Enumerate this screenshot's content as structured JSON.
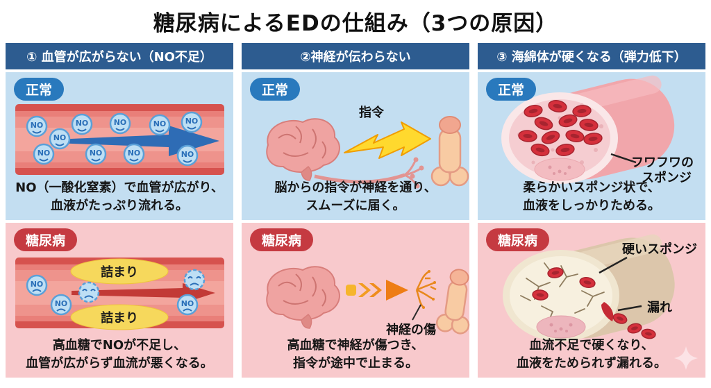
{
  "title": "糖尿病によるEDの仕組み（3つの原因）",
  "colors": {
    "header_blue": "#2d5c90",
    "normal_panel_bg": "#c3def1",
    "diabetes_panel_bg": "#f8c9cc",
    "badge_blue": "#2979bd",
    "badge_red": "#c53a41",
    "vessel_red": "#d6524e",
    "flow_arrow_blue": "#2e6cb5",
    "weak_arrow_red": "#c23a36",
    "clog_yellow": "#f6d85c",
    "signal_yellow": "#ffd92e",
    "damage_orange": "#ee7d15"
  },
  "columns": [
    {
      "header": "① 血管が広がらない（NO不足）",
      "normal": {
        "badge": "正常",
        "molecule_label": "NO",
        "caption_line1": "NO（一酸化窒素）で血管が広がり、",
        "caption_line2": "血液がたっぷり流れる。"
      },
      "diabetes": {
        "badge": "糖尿病",
        "molecule_label": "NO",
        "clog_label": "詰まり",
        "caption_line1": "高血糖でNOが不足し、",
        "caption_line2": "血管が広がらず血流が悪くなる。"
      }
    },
    {
      "header": "②神経が伝わらない",
      "normal": {
        "badge": "正常",
        "signal_label": "指令",
        "caption_line1": "脳からの指令が神経を通り、",
        "caption_line2": "スムーズに届く。"
      },
      "diabetes": {
        "badge": "糖尿病",
        "damage_label": "神経の傷",
        "caption_line1": "高血糖で神経が傷つき、",
        "caption_line2": "指令が途中で止まる。"
      }
    },
    {
      "header": "③ 海綿体が硬くなる（弾力低下）",
      "normal": {
        "badge": "正常",
        "sponge_label_1": "フワフワの",
        "sponge_label_2": "スポンジ",
        "caption_line1": "柔らかいスポンジ状で、",
        "caption_line2": "血液をしっかりためる。"
      },
      "diabetes": {
        "badge": "糖尿病",
        "sponge_label": "硬いスポンジ",
        "leak_label": "漏れ",
        "caption_line1": "血流不足で硬くなり、",
        "caption_line2": "血液をためられず漏れる。"
      }
    }
  ]
}
